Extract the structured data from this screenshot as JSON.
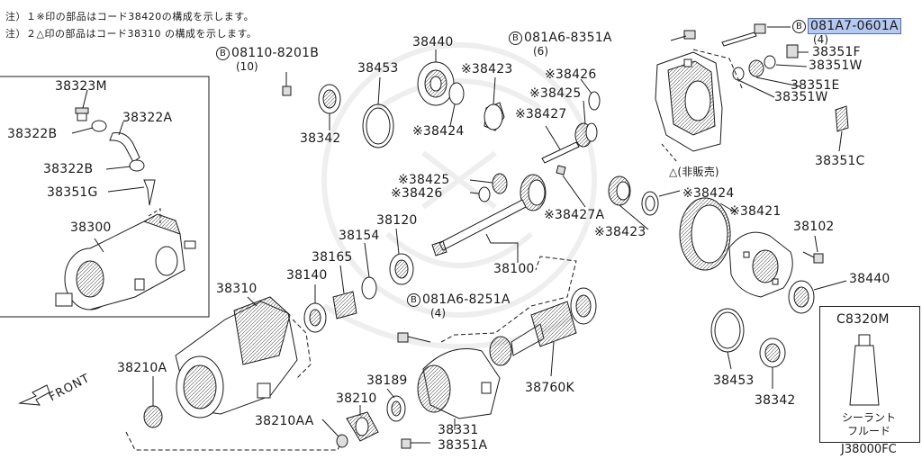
{
  "notes": {
    "line1": "注）１※印の部品はコード38420の構成を示します。",
    "line2": "注）２△印の部品はコード38310 の構成を示します。"
  },
  "parts": {
    "p38323M": "38323M",
    "p38322A": "38322A",
    "p38322B_1": "38322B",
    "p38322B_2": "38322B",
    "p38351G": "38351G",
    "p38300": "38300",
    "p08110": "08110-8201B",
    "p08110_qty": "(10)",
    "p38342_top": "38342",
    "p38453_top": "38453",
    "p38440_top": "38440",
    "p38423_top": "※38423",
    "p38424_top": "※38424",
    "p38426_top": "※38426",
    "p38425_top": "※38425",
    "p38427_top": "※38427",
    "p081A6_8351A": "081A6-8351A",
    "p081A6_8351A_qty": "(6)",
    "p081A7": "081A7-0601A",
    "p081A7_qty": "(4)",
    "p38351F": "38351F",
    "p38351W_1": "38351W",
    "p38351E": "38351E",
    "p38351W_2": "38351W",
    "p38351C": "38351C",
    "not_sold": "△(非販売)",
    "p38425_mid": "※38425",
    "p38426_mid": "※38426",
    "p38427A": "※38427A",
    "p38424_mid": "※38424",
    "p38423_mid": "※38423",
    "p38421": "※38421",
    "p38120": "38120",
    "p38154": "38154",
    "p38165": "38165",
    "p38140": "38140",
    "p38100": "38100",
    "p38102": "38102",
    "p38440_right": "38440",
    "p38310": "38310",
    "p081A6_8251A": "081A6-8251A",
    "p081A6_8251A_qty": "(4)",
    "p38210A": "38210A",
    "p38189": "38189",
    "p38210": "38210",
    "p38210AA": "38210AA",
    "p38331": "38331",
    "p38351A": "38351A",
    "p38760K": "38760K",
    "p38453_bottom": "38453",
    "p38342_bottom": "38342",
    "pC8320M": "C8320M"
  },
  "b_symbol": "B",
  "sealant_label_1": "シーラント",
  "sealant_label_2": "フルード",
  "front_label": "FRONT",
  "diagram_code": "J38000FC",
  "colors": {
    "highlight_bg": "#b6c9ee",
    "highlight_border": "#4a6fb5",
    "ink": "#1a1a1a"
  }
}
